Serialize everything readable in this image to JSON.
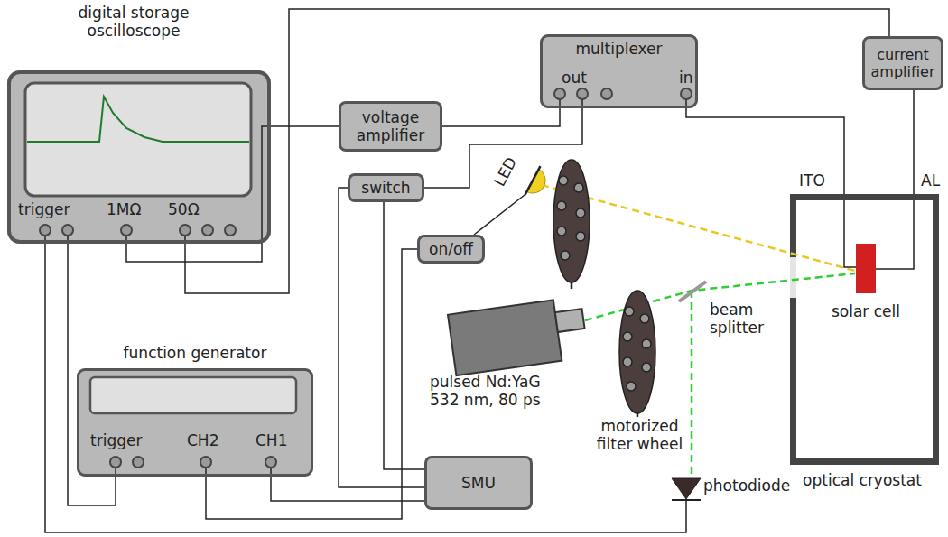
{
  "diagram": {
    "nodes": [
      {
        "text": [
          "digital storage oscilloscope",
          "trigger",
          "1MΩ",
          "50Ω"
        ]
      },
      {
        "text": [
          "multiplexer",
          "out",
          "in"
        ]
      },
      {
        "text": [
          "current amplifier"
        ]
      },
      {
        "text": [
          "voltage amplifier"
        ]
      },
      {
        "text": [
          "switch"
        ]
      },
      {
        "text": [
          "on/off"
        ]
      },
      {
        "text": [
          "ITO",
          "AL",
          "optical cryostat"
        ]
      },
      {
        "text": [
          "solar cell"
        ],
        "in": 6
      },
      {
        "text": [
          "function generator",
          "trigger",
          "CH2",
          "CH1"
        ]
      },
      {
        "text": [
          "SMU"
        ]
      }
    ],
    "edges": [
      {
        "from": 0,
        "to": 3,
        "arrow": "none"
      },
      {
        "from": 3,
        "to": 1,
        "arrow": "none"
      },
      {
        "from": 1,
        "to": 4,
        "arrow": "none"
      },
      {
        "from": 1,
        "to": 7,
        "arrow": "none"
      },
      {
        "from": 2,
        "to": 7,
        "arrow": "none"
      },
      {
        "from": 0,
        "to": 2,
        "arrow": "none"
      },
      {
        "from": 4,
        "to": 9,
        "arrow": "none"
      },
      {
        "from": 4,
        "to": 9,
        "arrow": "none"
      },
      {
        "from": 8,
        "to": 5,
        "arrow": "none"
      },
      {
        "from": 8,
        "to": 9,
        "arrow": "none"
      },
      {
        "from": 0,
        "to": 8,
        "arrow": "none"
      }
    ],
    "labels": [
      "LED",
      "pulsed Nd:YaG 532 nm, 80 ps",
      "motorized filter wheel",
      "beam splitter",
      "photodiode"
    ]
  }
}
